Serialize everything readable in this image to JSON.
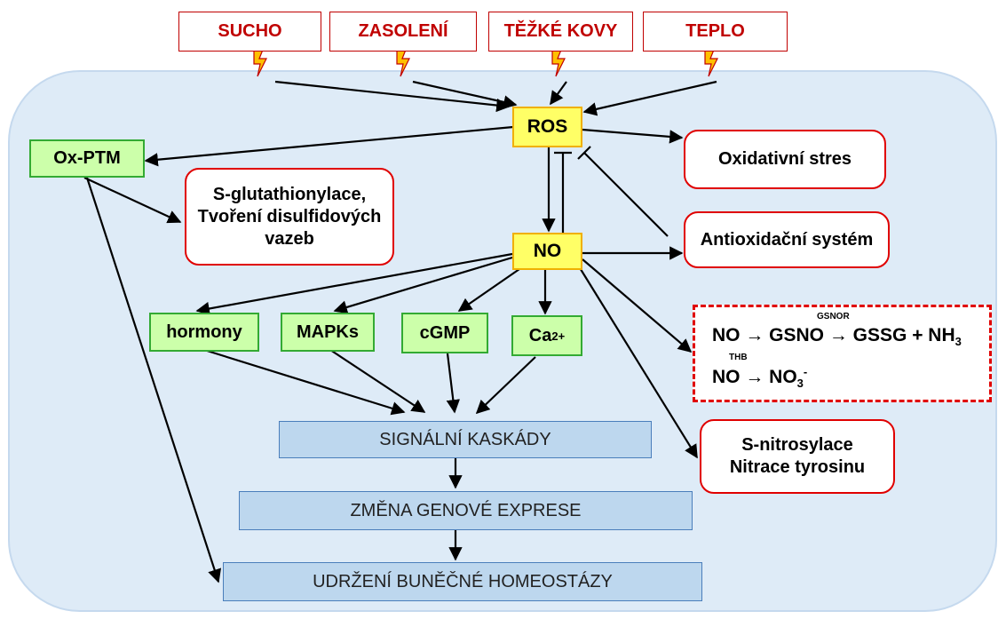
{
  "stressors": [
    "SUCHO",
    "ZASOLENÍ",
    "TĚŽKÉ KOVY",
    "TEPLO"
  ],
  "nodes": {
    "ros": "ROS",
    "no": "NO",
    "ox_ptm": "Ox-PTM",
    "oxidative_stress": "Oxidativní stres",
    "antioxidant_system": "Antioxidační systém",
    "glutathionylation_line1": "S-glutathionylace,",
    "glutathionylation_line2": "Tvoření disulfidových",
    "glutathionylation_line3": "vazeb",
    "hormones": "hormony",
    "mapks": "MAPKs",
    "cgmp": "cGMP",
    "calcium": "Ca",
    "calcium_charge": "2+",
    "nitrosylation_line1": "S-nitrosylace",
    "nitrosylation_line2": "Nitrace tyrosinu",
    "signaling": "SIGNÁLNÍ KASKÁDY",
    "gene_expression": "ZMĚNA GENOVÉ EXPRESE",
    "homeostasis": "UDRŽENÍ BUNĚČNÉ HOMEOSTÁZY"
  },
  "equations": {
    "eq1_main": "NO → GSNO → GSSG + NH",
    "eq1_subscript": "3",
    "eq1_enzyme": "GSNOR",
    "eq2_main": "NO → NO",
    "eq2_subscript": "3",
    "eq2_superscript": "-",
    "eq2_enzyme": "THB"
  },
  "colors": {
    "stressor_text": "#c00000",
    "cell_fill": "#deebf7",
    "ros_no_fill": "#ffff66",
    "green_fill": "#ccffaa",
    "blue_fill": "#bdd7ee",
    "red_border": "#e00000"
  }
}
